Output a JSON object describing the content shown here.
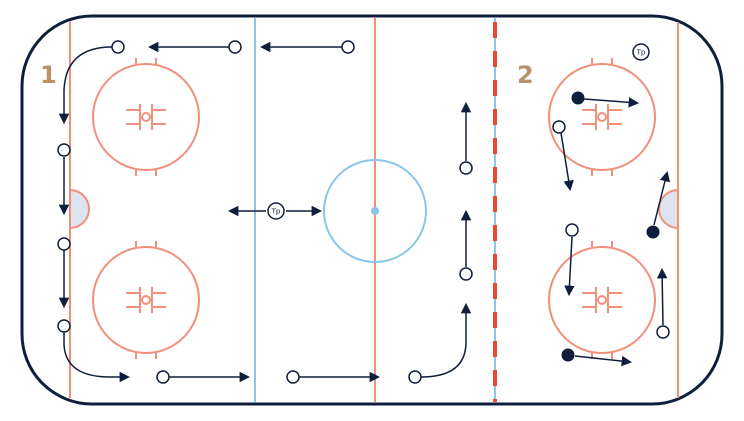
{
  "drill": {
    "zones": [
      {
        "number": "1",
        "color": "#b8926a"
      },
      {
        "number": "2",
        "color": "#b8926a"
      }
    ],
    "coach_label": "Tp",
    "colors": {
      "boards": "#0f1e3d",
      "red_lines": "#f0907a",
      "blue_lines": "#8ac6e6",
      "center_dashed": "#f0472f",
      "crease_fill": "#dde3ef",
      "player_path": "#0f1e3d",
      "center_dot": "#8ac6e6"
    },
    "icons": [
      "player-circle-icon",
      "puck-icon",
      "arrow-icon",
      "coach-icon"
    ]
  }
}
